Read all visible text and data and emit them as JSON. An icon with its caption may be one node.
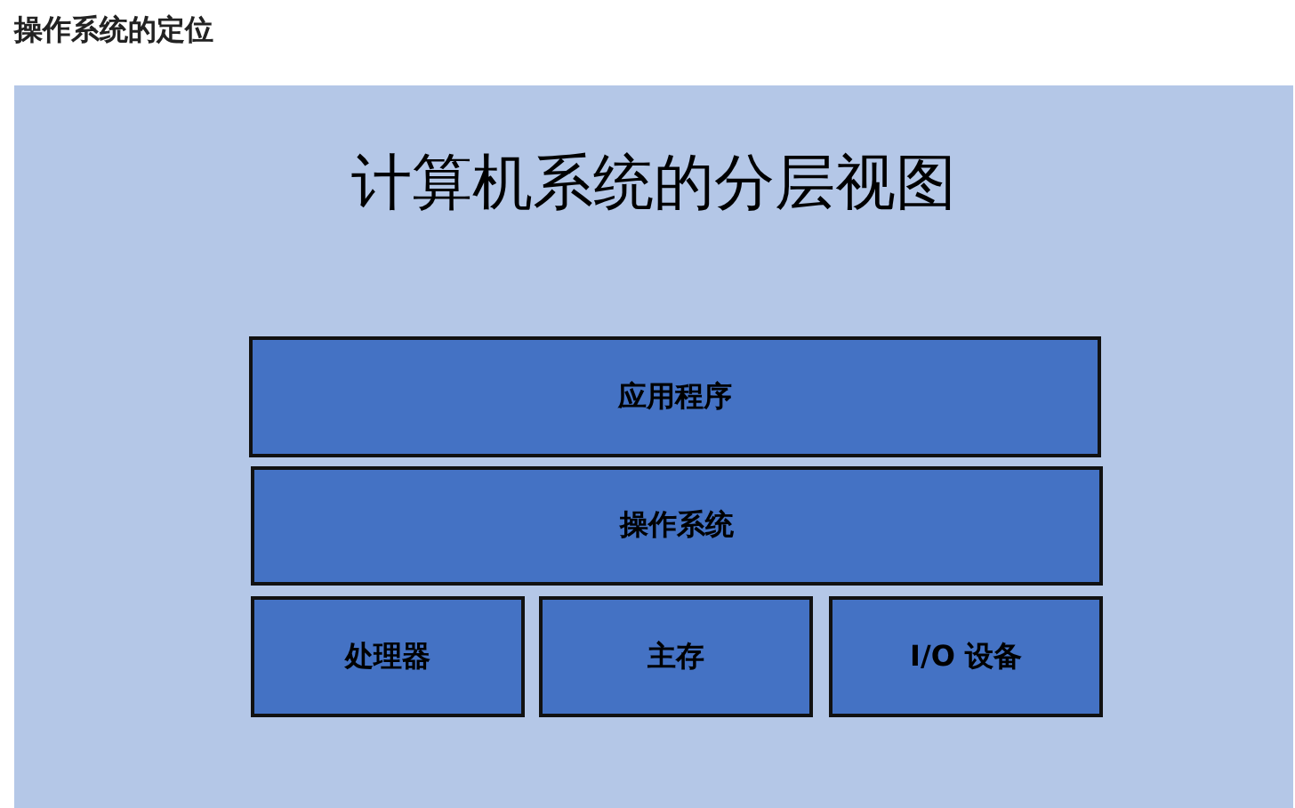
{
  "diagram": {
    "title": "操作系统的定位",
    "nodes": [
      {
        "text": [
          "计算机系统的分层视图"
        ]
      },
      {
        "text": [
          "应用程序"
        ],
        "in": 0
      },
      {
        "text": [
          "操作系统"
        ],
        "in": 0
      },
      {
        "text": [
          "处理器"
        ],
        "in": 0
      },
      {
        "text": [
          "主存"
        ],
        "in": 0
      },
      {
        "text": [
          "I/O 设备"
        ],
        "in": 0
      }
    ]
  }
}
